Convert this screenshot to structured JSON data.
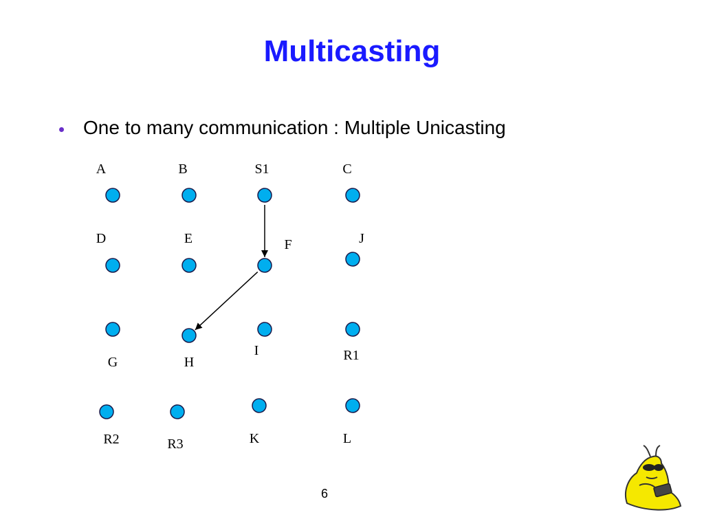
{
  "slide": {
    "title": "Multicasting",
    "bullet": "One to many communication : Multiple Unicasting",
    "page_number": "6"
  },
  "diagram": {
    "nodes": [
      {
        "id": "A",
        "label": "A"
      },
      {
        "id": "B",
        "label": "B"
      },
      {
        "id": "S1",
        "label": "S1"
      },
      {
        "id": "C",
        "label": "C"
      },
      {
        "id": "D",
        "label": "D"
      },
      {
        "id": "E",
        "label": "E"
      },
      {
        "id": "F",
        "label": "F"
      },
      {
        "id": "J",
        "label": "J"
      },
      {
        "id": "G",
        "label": "G"
      },
      {
        "id": "H",
        "label": "H"
      },
      {
        "id": "I",
        "label": "I"
      },
      {
        "id": "R1",
        "label": "R1"
      },
      {
        "id": "R2",
        "label": "R2"
      },
      {
        "id": "R3",
        "label": "R3"
      },
      {
        "id": "K",
        "label": "K"
      },
      {
        "id": "L",
        "label": "L"
      }
    ],
    "edges": [
      {
        "from": "S1",
        "to": "F"
      },
      {
        "from": "F",
        "to": "H"
      }
    ],
    "node_fill": "#00aeef",
    "node_stroke": "#1a1a4a"
  },
  "colors": {
    "title": "#1a1aff",
    "bullet": "#6a2fc9",
    "mascot_fill": "#f5e800"
  },
  "icons": {
    "mascot": "slug-mascot-icon"
  }
}
